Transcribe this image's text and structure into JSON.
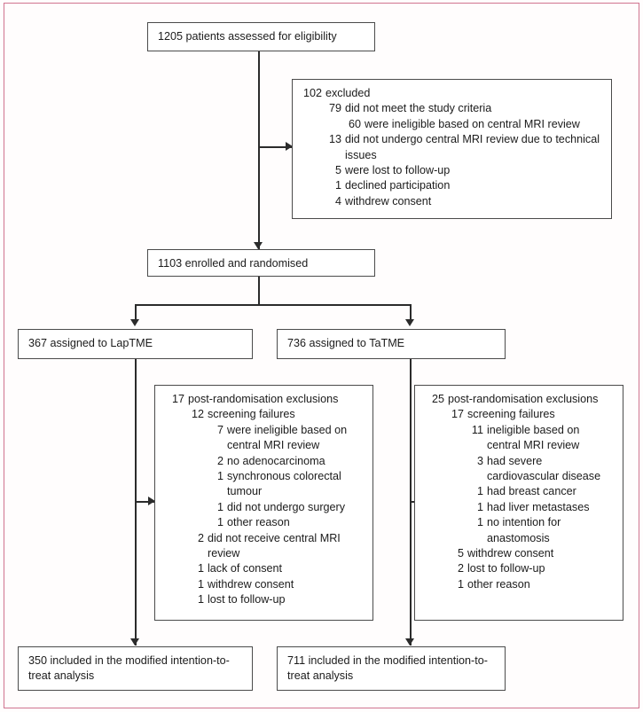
{
  "figure": {
    "type": "consort-flow-diagram",
    "frame_color": "#d0748f",
    "box_border_color": "#4b4b4b",
    "connector_color": "#2b2b2b",
    "text_color": "#1b1b1b"
  },
  "nodes": {
    "assessed": {
      "text": "1205 patients assessed for eligibility"
    },
    "excluded": {
      "lines": [
        {
          "level": 0,
          "num": "102",
          "text": "excluded"
        },
        {
          "level": 1,
          "num": "79",
          "text": "did not meet the study criteria"
        },
        {
          "level": 2,
          "num": "60",
          "text": "were ineligible based on central MRI review"
        },
        {
          "level": 1,
          "num": "13",
          "text": "did not undergo central MRI review due to technical issues"
        },
        {
          "level": 1,
          "num": "5",
          "text": "were lost to follow-up"
        },
        {
          "level": 1,
          "num": "1",
          "text": "declined participation"
        },
        {
          "level": 1,
          "num": "4",
          "text": "withdrew consent"
        }
      ]
    },
    "enrolled": {
      "text": "1103 enrolled and randomised"
    },
    "assigned_left": {
      "text": "367 assigned to LapTME"
    },
    "assigned_right": {
      "text": "736 assigned to TaTME"
    },
    "exclusions_left": {
      "lines": [
        {
          "level": 0,
          "num": "17",
          "text": "post-randomisation exclusions"
        },
        {
          "level": 1,
          "num": "12",
          "text": "screening failures"
        },
        {
          "level": 2,
          "num": "7",
          "text": "were ineligible based on central MRI review"
        },
        {
          "level": 2,
          "num": "2",
          "text": "no adenocarcinoma"
        },
        {
          "level": 2,
          "num": "1",
          "text": "synchronous colorectal tumour"
        },
        {
          "level": 2,
          "num": "1",
          "text": "did not undergo surgery"
        },
        {
          "level": 2,
          "num": "1",
          "text": "other reason"
        },
        {
          "level": 1,
          "num": "2",
          "text": "did not receive central MRI review"
        },
        {
          "level": 1,
          "num": "1",
          "text": "lack of consent"
        },
        {
          "level": 1,
          "num": "1",
          "text": "withdrew consent"
        },
        {
          "level": 1,
          "num": "1",
          "text": "lost to follow-up"
        }
      ]
    },
    "exclusions_right": {
      "lines": [
        {
          "level": 0,
          "num": "25",
          "text": "post-randomisation exclusions"
        },
        {
          "level": 1,
          "num": "17",
          "text": "screening failures"
        },
        {
          "level": 2,
          "num": "11",
          "text": "ineligible based on central MRI review"
        },
        {
          "level": 2,
          "num": "3",
          "text": "had severe cardiovascular disease"
        },
        {
          "level": 2,
          "num": "1",
          "text": "had breast cancer"
        },
        {
          "level": 2,
          "num": "1",
          "text": "had liver metastases"
        },
        {
          "level": 2,
          "num": "1",
          "text": "no intention for anastomosis"
        },
        {
          "level": 1,
          "num": "5",
          "text": "withdrew consent"
        },
        {
          "level": 1,
          "num": "2",
          "text": "lost to follow-up"
        },
        {
          "level": 1,
          "num": "1",
          "text": "other reason"
        }
      ]
    },
    "analysis_left": {
      "text": "350 included in the modified intention-to-treat analysis"
    },
    "analysis_right": {
      "text": "711 included in the modified intention-to-treat analysis"
    }
  }
}
